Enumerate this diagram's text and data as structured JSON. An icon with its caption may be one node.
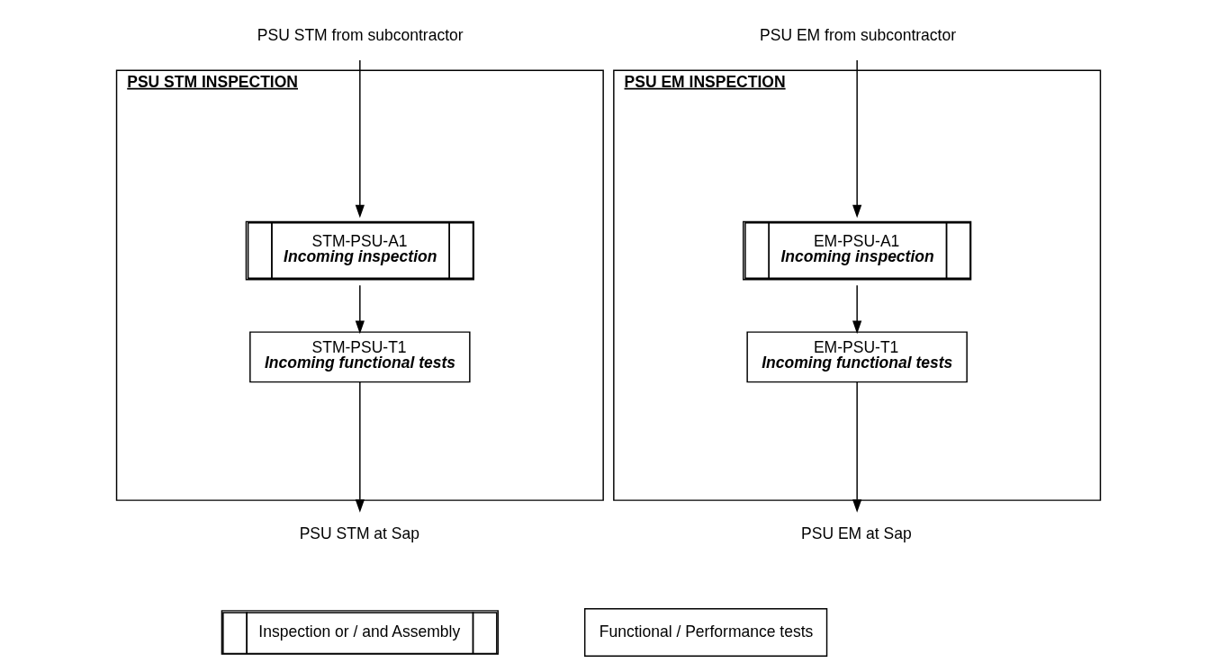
{
  "diagram": {
    "nodes": [
      {
        "text": [
          "PSU STM from subcontractor"
        ]
      },
      {
        "text": [
          "PSU STM INSPECTION"
        ]
      },
      {
        "text": [
          "STM-PSU-A1",
          "Incoming inspection"
        ],
        "in": 1
      },
      {
        "text": [
          "STM-PSU-T1",
          "Incoming functional tests"
        ],
        "in": 1
      },
      {
        "text": [
          "PSU STM at Sap"
        ]
      },
      {
        "text": [
          "PSU EM from subcontractor"
        ]
      },
      {
        "text": [
          "PSU EM INSPECTION"
        ]
      },
      {
        "text": [
          "EM-PSU-A1",
          "Incoming inspection"
        ],
        "in": 6
      },
      {
        "text": [
          "EM-PSU-T1",
          "Incoming functional tests"
        ],
        "in": 6
      },
      {
        "text": [
          "PSU EM at Sap"
        ]
      },
      {
        "text": [
          "Inspection or / and Assembly"
        ]
      },
      {
        "text": [
          "Functional / Performance tests"
        ]
      }
    ],
    "edges": [
      {
        "from": 0,
        "to": 2,
        "arrow": "to"
      },
      {
        "from": 2,
        "to": 3,
        "arrow": "to"
      },
      {
        "from": 3,
        "to": 4,
        "arrow": "to"
      },
      {
        "from": 5,
        "to": 7,
        "arrow": "to"
      },
      {
        "from": 7,
        "to": 8,
        "arrow": "to"
      },
      {
        "from": 8,
        "to": 9,
        "arrow": "to"
      }
    ]
  }
}
